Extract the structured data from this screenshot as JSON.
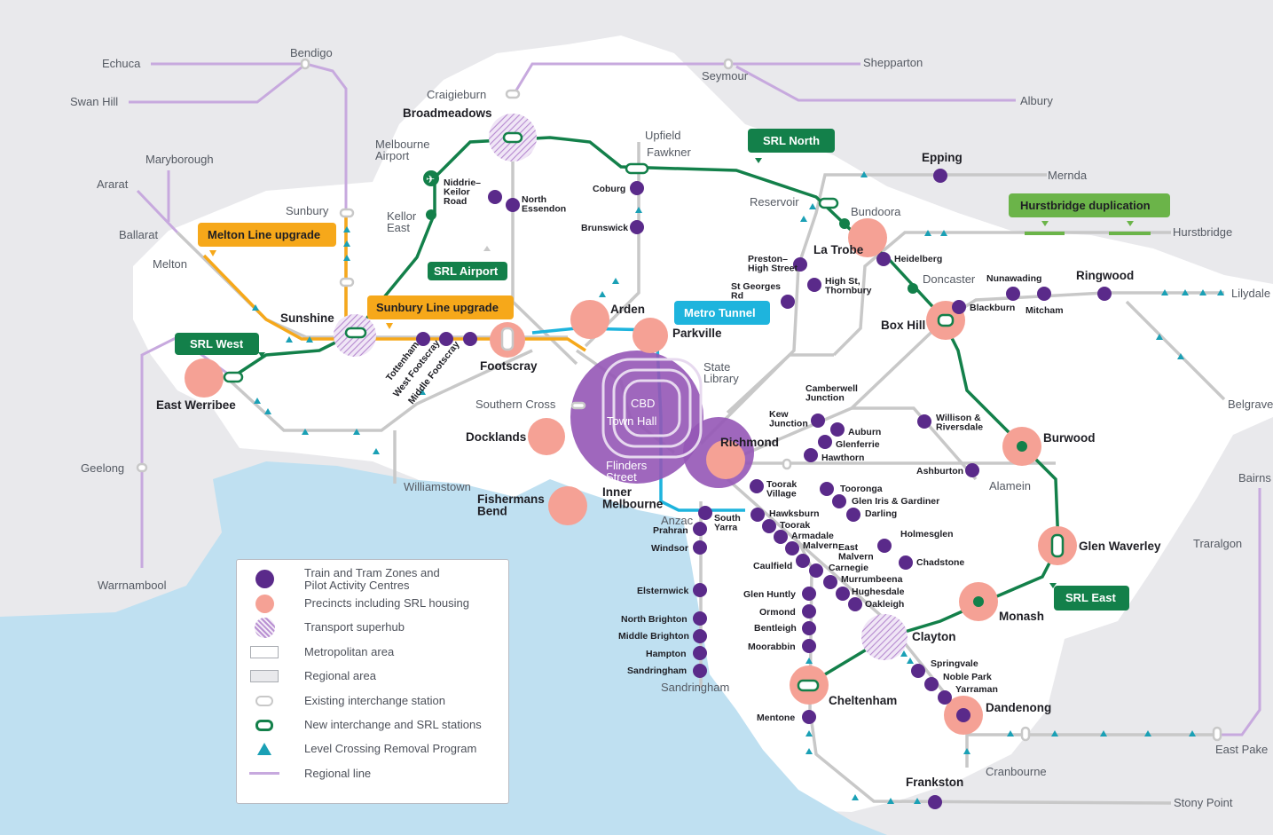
{
  "labels": {
    "echuca": "Echuca",
    "bendigo": "Bendigo",
    "swan_hill": "Swan Hill",
    "craigieburn": "Craigieburn",
    "broadmeadows": "Broadmeadows",
    "seymour": "Seymour",
    "shepparton": "Shepparton",
    "albury": "Albury",
    "maryborough": "Maryborough",
    "ararat": "Ararat",
    "ballarat": "Ballarat",
    "melton": "Melton",
    "sunbury": "Sunbury",
    "melbourne_airport": "Melbourne\nAirport",
    "kellor_east": "Kellor\nEast",
    "niddrie": "Niddrie–\nKeilor\nRoad",
    "north_essendon": "North\nEssendon",
    "upfield": "Upfield",
    "fawkner": "Fawkner",
    "coburg": "Coburg",
    "brunswick": "Brunswick",
    "reservoir": "Reservoir",
    "epping": "Epping",
    "mernda": "Mernda",
    "bundoora": "Bundoora",
    "la_trobe": "La Trobe",
    "heidelberg": "Heidelberg",
    "preston": "Preston–\nHigh Street",
    "st_georges": "St Georges\nRd",
    "high_st": "High St,\nThornbury",
    "hurstbridge": "Hurstbridge",
    "doncaster": "Doncaster",
    "nunawading": "Nunawading",
    "ringwood": "Ringwood",
    "lilydale": "Lilydale",
    "blackburn": "Blackburn",
    "mitcham": "Mitcham",
    "box_hill": "Box Hill",
    "belgrave": "Belgrave",
    "sunshine": "Sunshine",
    "footscray": "Footscray",
    "arden": "Arden",
    "parkville": "Parkville",
    "state_library": "State\nLibrary",
    "cbd": "CBD",
    "town_hall": "Town Hall",
    "flinders": "Flinders\nStreet",
    "southern_cross": "Southern Cross",
    "docklands": "Docklands",
    "richmond": "Richmond",
    "tottenham": "Tottenham",
    "west_footscray": "West Footscray",
    "middle_footscray": "Middle Footscray",
    "east_werribee": "East Werribee",
    "geelong": "Geelong",
    "warrnambool": "Warrnambool",
    "williamstown": "Williamstown",
    "fishermans_bend": "Fishermans\nBend",
    "inner_melbourne": "Inner\nMelbourne",
    "anzac": "Anzac",
    "south_yarra": "South\nYarra",
    "prahran": "Prahran",
    "windsor": "Windsor",
    "camberwell": "Camberwell\nJunction",
    "kew": "Kew\nJunction",
    "auburn": "Auburn",
    "glenferrie": "Glenferrie",
    "hawthorn": "Hawthorn",
    "willison": "Willison &\nRiversdale",
    "burwood": "Burwood",
    "ashburton": "Ashburton",
    "alamein": "Alamein",
    "toorak_village": "Toorak\nVillage",
    "tooronga": "Tooronga",
    "glen_iris": "Glen Iris & Gardiner",
    "darling": "Darling",
    "hawksburn": "Hawksburn",
    "toorak": "Toorak",
    "armadale": "Armadale",
    "malvern": "Malvern",
    "east_malvern": "East\nMalvern",
    "holmesglen": "Holmesglen",
    "chadstone": "Chadstone",
    "caulfield": "Caulfield",
    "carnegie": "Carnegie",
    "murrumbeena": "Murrumbeena",
    "hughesdale": "Hughesdale",
    "oakleigh": "Oakleigh",
    "glen_waverley": "Glen Waverley",
    "monash": "Monash",
    "clayton": "Clayton",
    "springvale": "Springvale",
    "noble_park": "Noble Park",
    "yarraman": "Yarraman",
    "dandenong": "Dandenong",
    "cranbourne": "Cranbourne",
    "east_pakenham": "East Pake",
    "traralgon": "Traralgon",
    "bairnsdale": "Bairns",
    "elsternwick": "Elsternwick",
    "north_brighton": "North Brighton",
    "middle_brighton": "Middle Brighton",
    "hampton": "Hampton",
    "sandringham_stn": "Sandringham",
    "sandringham": "Sandringham",
    "glen_huntly": "Glen Huntly",
    "ormond": "Ormond",
    "bentleigh": "Bentleigh",
    "moorabbin": "Moorabbin",
    "cheltenham": "Cheltenham",
    "mentone": "Mentone",
    "frankston": "Frankston",
    "stony_point": "Stony Point"
  },
  "tags": {
    "srl_north": "SRL North",
    "srl_airport": "SRL Airport",
    "srl_west": "SRL West",
    "srl_east": "SRL East",
    "metro_tunnel": "Metro Tunnel",
    "melton_upgrade": "Melton Line upgrade",
    "sunbury_upgrade": "Sunbury Line upgrade",
    "hurstbridge_dup": "Hurstbridge duplication"
  },
  "colors": {
    "srl": "#13804a",
    "metro_tunnel": "#1eb4dd",
    "upgrade": "#f6a81a",
    "hurstbridge": "#6bb449",
    "regional_line": "#c7a9de",
    "metro_line": "#c8c8c8",
    "activity_centre": "#5a2a8a",
    "precinct": "#f5a195",
    "level_crossing": "#1aa0b5",
    "bay": "#bfe0f1",
    "metro_area": "#ffffff",
    "regional_area": "#e9e9ec"
  },
  "legend": [
    {
      "symbol": "activity-centre",
      "text": "Train and Tram Zones and\nPilot Activity Centres"
    },
    {
      "symbol": "precinct",
      "text": "Precincts including SRL housing"
    },
    {
      "symbol": "superhub",
      "text": "Transport superhub"
    },
    {
      "symbol": "metro-area",
      "text": "Metropolitan area"
    },
    {
      "symbol": "regional-area",
      "text": "Regional area"
    },
    {
      "symbol": "interchange",
      "text": "Existing interchange station"
    },
    {
      "symbol": "new-interchange",
      "text": "New interchange and SRL stations"
    },
    {
      "symbol": "level-crossing",
      "text": "Level Crossing Removal Program"
    },
    {
      "symbol": "regional-line",
      "text": "Regional line"
    }
  ]
}
